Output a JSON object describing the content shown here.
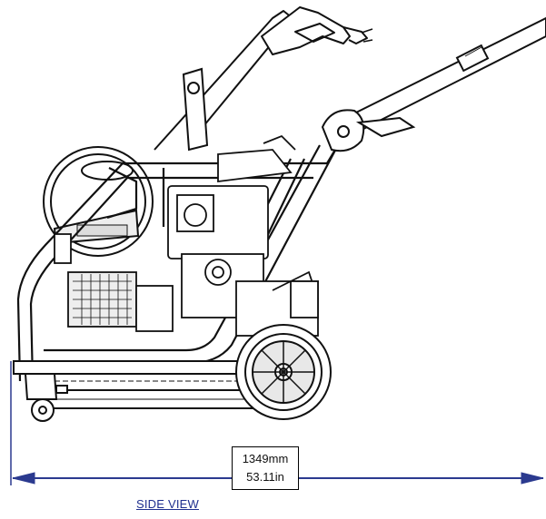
{
  "dimension": {
    "mm": "1349mm",
    "inch": "53.11in"
  },
  "view_label": "SIDE VIEW",
  "colors": {
    "line": "#111111",
    "dimension": "#2b3a8f",
    "background": "#ffffff"
  }
}
